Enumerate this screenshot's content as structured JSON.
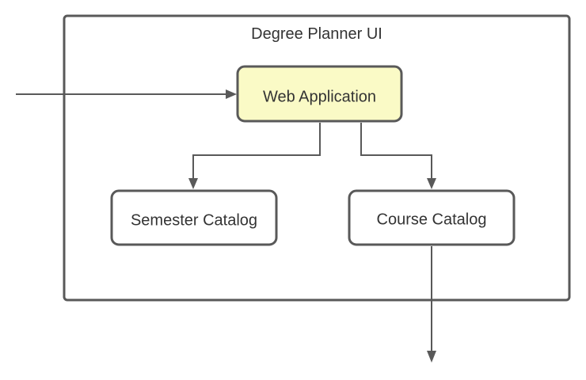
{
  "container": {
    "title": "Degree Planner UI"
  },
  "nodes": {
    "web_application": {
      "label": "Web Application"
    },
    "semester_catalog": {
      "label": "Semester Catalog"
    },
    "course_catalog": {
      "label": "Course Catalog"
    }
  },
  "colors": {
    "stroke": "#595959",
    "highlight_fill": "#fafac6",
    "text": "#333333",
    "background": "#ffffff"
  }
}
